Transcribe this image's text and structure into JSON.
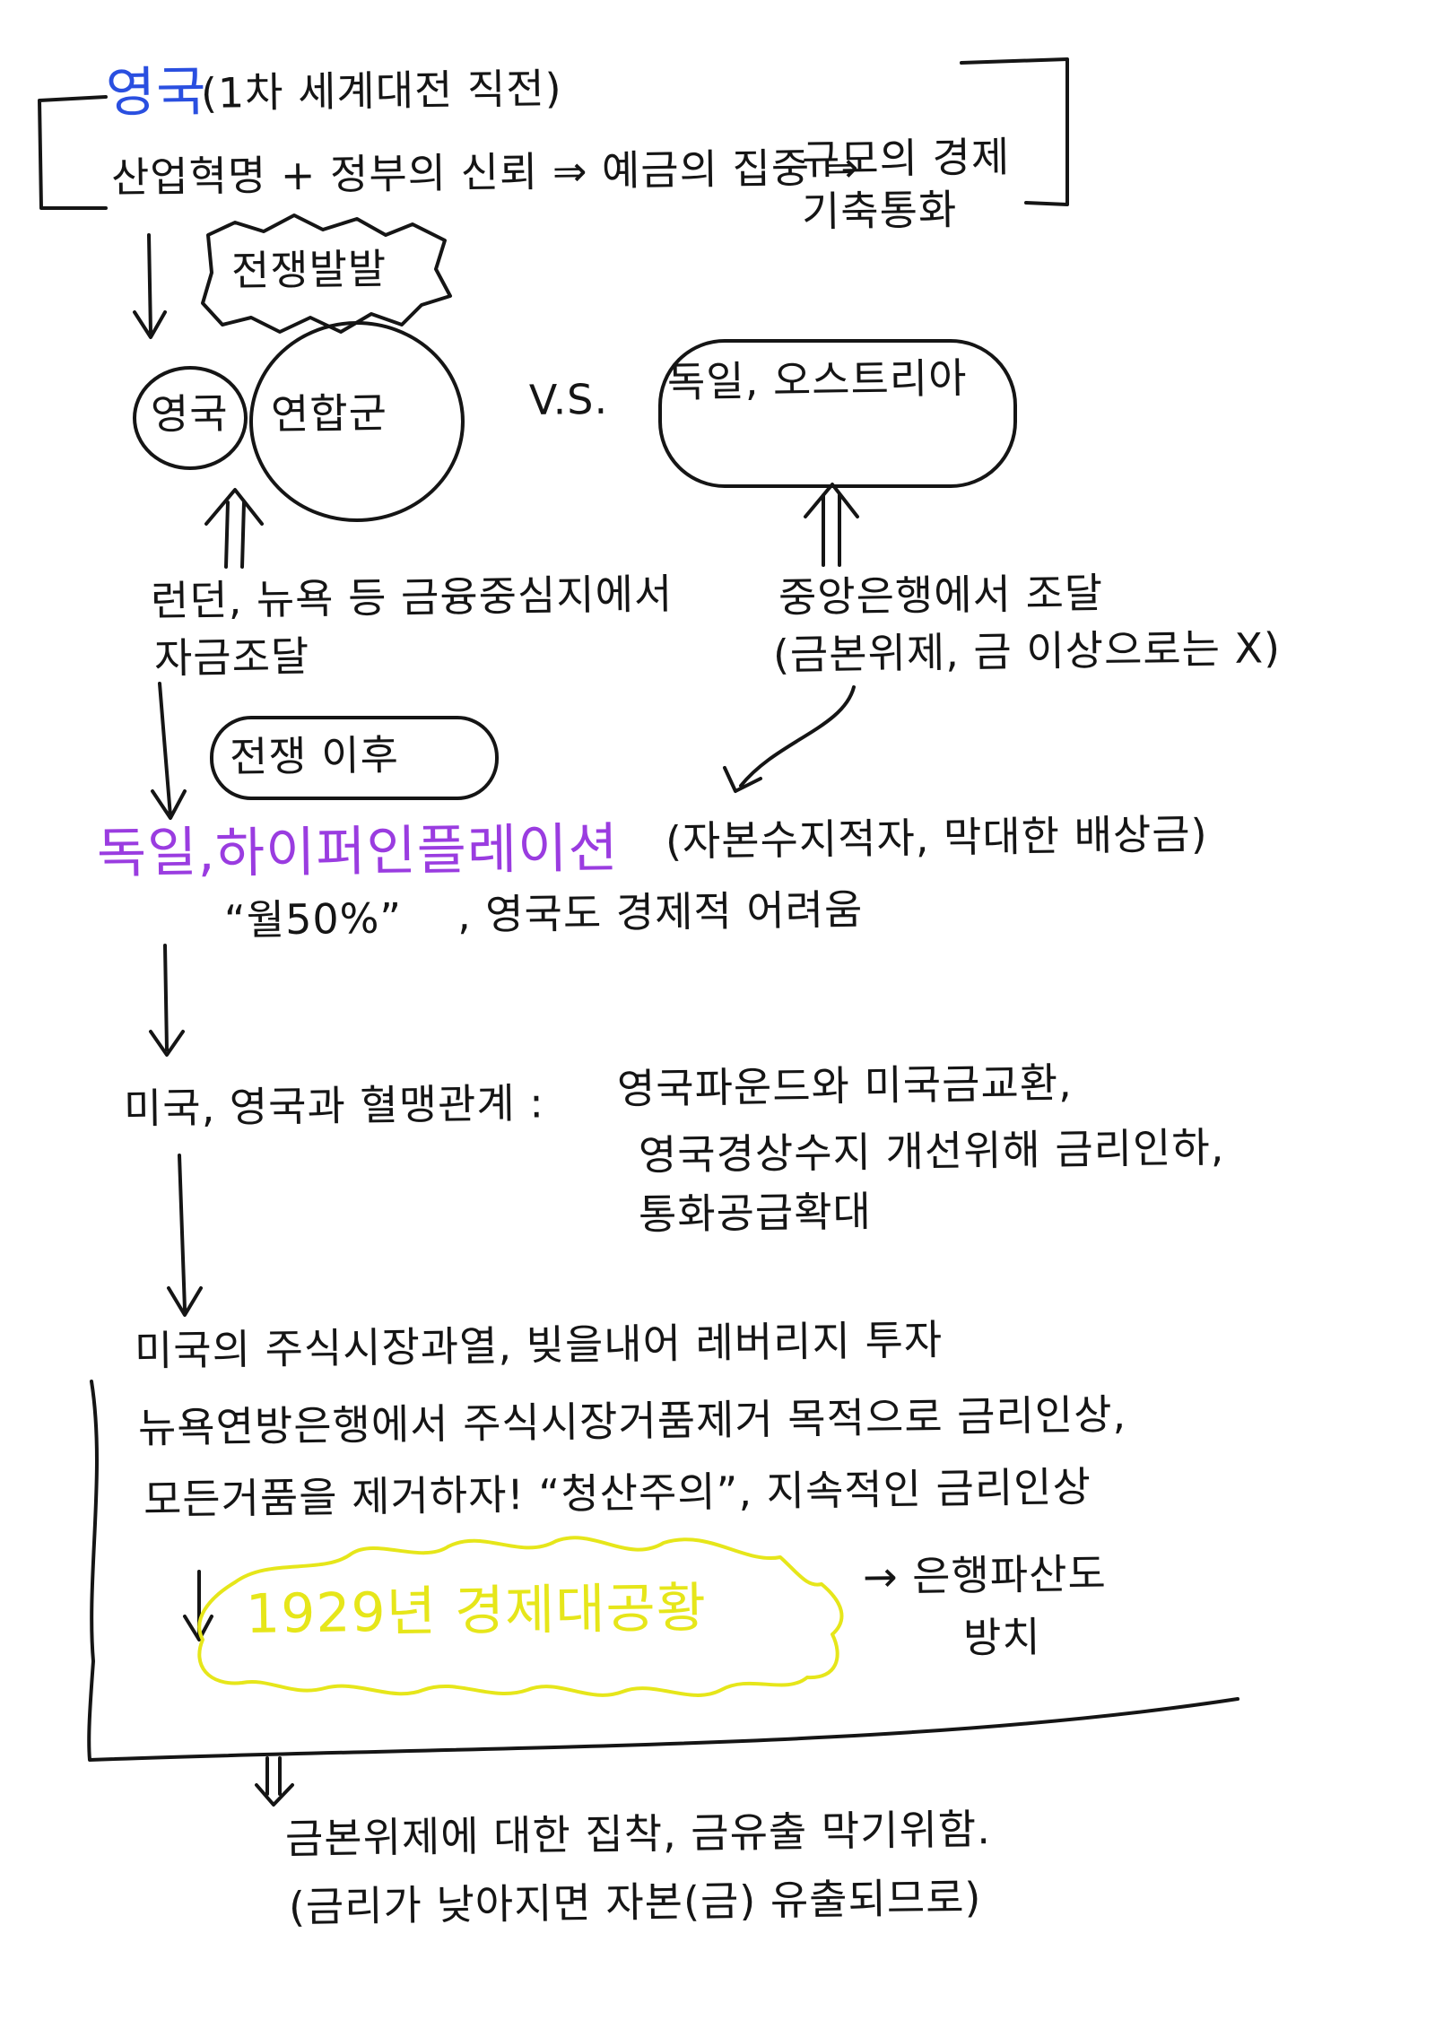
{
  "colors": {
    "ink": "#151515",
    "blue": "#2a4fe0",
    "purple": "#9a3ce0",
    "yellow": "#e6e61a"
  },
  "s1": {
    "title_colored": "영국",
    "title_rest": "(1차 세계대전 직전)",
    "line": "산업혁명 + 정부의 신뢰 ⇒ 예금의 집중 ⇒",
    "result_line1": "규모의 경제",
    "result_line2": "기축통화"
  },
  "burst1": "전쟁발발",
  "allies": {
    "uk": "영국",
    "union": "연합군"
  },
  "vs": "V.S.",
  "germany_austria": "독일, 오스트리아",
  "allies_funding": {
    "line1": "런던, 뉴욕 등 금융중심지에서",
    "line2": "자금조달"
  },
  "central_bank": {
    "line1": "중앙은행에서 조달",
    "line2": "(금본위제, 금 이상으로는 X)"
  },
  "after_war": "전쟁 이후",
  "s3": {
    "germany": "독일,",
    "hyper": "하이퍼인플레이션",
    "detail": "(자본수지적자, 막대한 배상금)",
    "monthly": "“월50%”",
    "uk_hard": ", 영국도 경제적 어려움"
  },
  "s4": {
    "lead": "미국, 영국과 혈맹관계 :",
    "line1": "영국파운드와 미국금교환,",
    "line2": "영국경상수지 개선위해 금리인하,",
    "line3": "통화공급확대"
  },
  "s5": {
    "line1": "미국의 주식시장과열, 빚을내어 레버리지 투자",
    "line2": "뉴욕연방은행에서 주식시장거품제거 목적으로 금리인상,",
    "line3": "모든거품을 제거하자! “청산주의”, 지속적인 금리인상"
  },
  "depression": "1929년 경제대공황",
  "bank_fail": {
    "line1": "→ 은행파산도",
    "line2": "방치"
  },
  "s6": {
    "line1": "금본위제에 대한 집착, 금유출 막기위함.",
    "line2": "(금리가 낮아지면 자본(금) 유출되므로)"
  }
}
